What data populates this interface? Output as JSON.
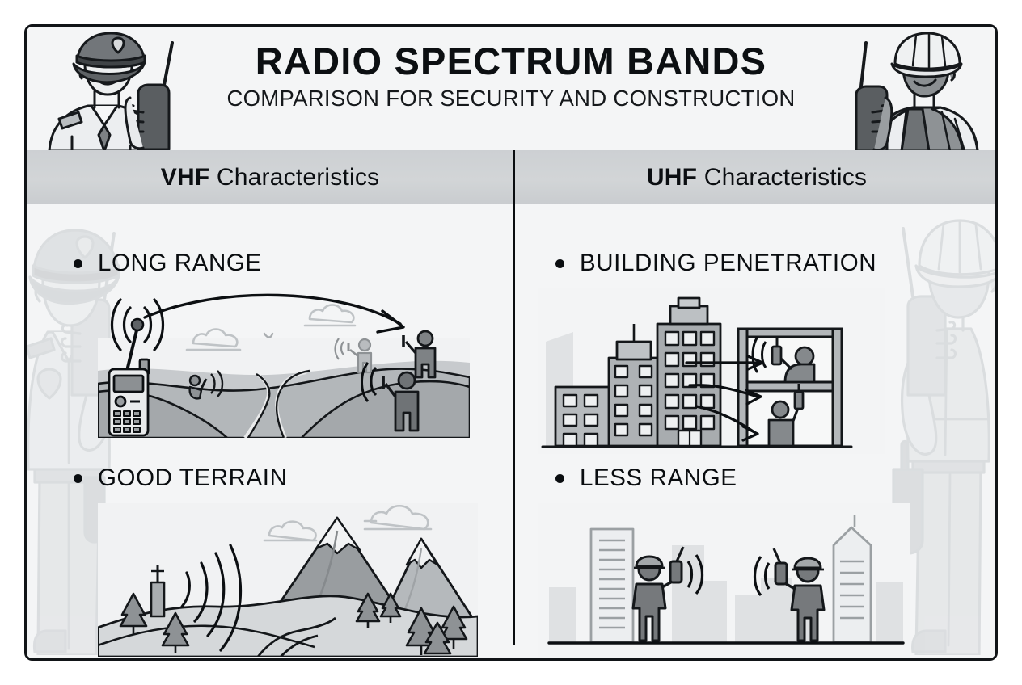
{
  "header": {
    "title": "RADIO SPECTRUM BANDS",
    "subtitle": "COMPARISON FOR SECURITY AND CONSTRUCTION",
    "left_corner_icon": "security-officer-with-radio",
    "right_corner_icon": "construction-worker-with-radio"
  },
  "columns": [
    {
      "id": "vhf",
      "band_label_bold": "VHF",
      "band_label_rest": " Characteristics",
      "features": [
        {
          "label": "LONG RANGE",
          "illustration": "handheld-radio-broadcasting-over-hills-to-distant-figures"
        },
        {
          "label": "GOOD TERRAIN",
          "illustration": "radio-tower-signal-across-mountains-and-forest"
        }
      ]
    },
    {
      "id": "uhf",
      "band_label_bold": "UHF",
      "band_label_rest": " Characteristics",
      "features": [
        {
          "label": "BUILDING PENETRATION",
          "illustration": "signal-arrows-passing-through-city-buildings-into-rooms"
        },
        {
          "label": "LESS RANGE",
          "illustration": "two-workers-with-radios-short-range-in-city-skyline"
        }
      ]
    }
  ],
  "watermarks": {
    "left": "security-officer-silhouette",
    "right": "construction-worker-silhouette"
  },
  "colors": {
    "page_background": "#ffffff",
    "panel_background": "#f4f5f6",
    "frame_border": "#111417",
    "band_background": "#d0d3d5",
    "text_primary": "#0a0d10",
    "ink": "#1b1e21",
    "mid_gray": "#9a9ea1",
    "light_gray": "#c9ccce",
    "pale_gray": "#e2e4e6"
  }
}
